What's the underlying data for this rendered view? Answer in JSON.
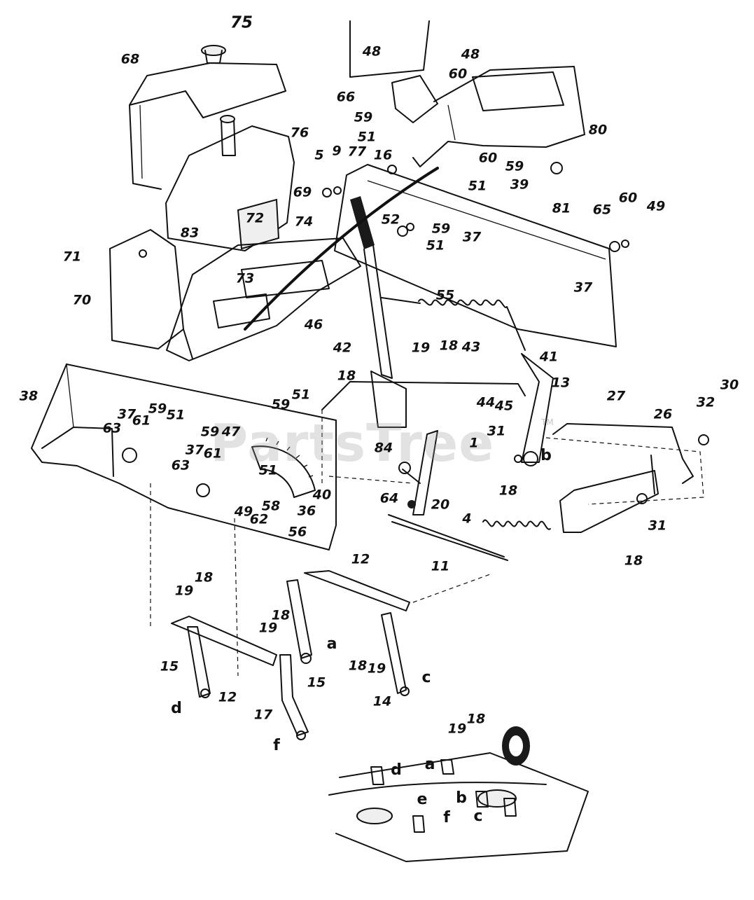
{
  "watermark": {
    "text": "PartsTree",
    "trademark": "TM"
  },
  "callouts": [
    {
      "id": "c75",
      "text": "75"
    },
    {
      "id": "c68",
      "text": "68"
    },
    {
      "id": "c76",
      "text": "76"
    },
    {
      "id": "c83",
      "text": "83"
    },
    {
      "id": "c72",
      "text": "72"
    },
    {
      "id": "c69",
      "text": "69"
    },
    {
      "id": "c74",
      "text": "74"
    },
    {
      "id": "c71",
      "text": "71"
    },
    {
      "id": "c70",
      "text": "70"
    },
    {
      "id": "c73",
      "text": "73"
    },
    {
      "id": "c46",
      "text": "46"
    },
    {
      "id": "c5",
      "text": "5"
    },
    {
      "id": "c9",
      "text": "9"
    },
    {
      "id": "c77",
      "text": "77"
    },
    {
      "id": "c16",
      "text": "16"
    },
    {
      "id": "c48a",
      "text": "48"
    },
    {
      "id": "c48b",
      "text": "48"
    },
    {
      "id": "c60a",
      "text": "60"
    },
    {
      "id": "c66",
      "text": "66"
    },
    {
      "id": "c59a",
      "text": "59"
    },
    {
      "id": "c51a",
      "text": "51"
    },
    {
      "id": "c60b",
      "text": "60"
    },
    {
      "id": "c59b",
      "text": "59"
    },
    {
      "id": "c51b",
      "text": "51"
    },
    {
      "id": "c39",
      "text": "39"
    },
    {
      "id": "c80",
      "text": "80"
    },
    {
      "id": "c81",
      "text": "81"
    },
    {
      "id": "c65",
      "text": "65"
    },
    {
      "id": "c60c",
      "text": "60"
    },
    {
      "id": "c49a",
      "text": "49"
    },
    {
      "id": "c52",
      "text": "52"
    },
    {
      "id": "c59c",
      "text": "59"
    },
    {
      "id": "c51c",
      "text": "51"
    },
    {
      "id": "c37a",
      "text": "37"
    },
    {
      "id": "c37b",
      "text": "37"
    },
    {
      "id": "c55",
      "text": "55"
    },
    {
      "id": "c42",
      "text": "42"
    },
    {
      "id": "c19a",
      "text": "19"
    },
    {
      "id": "c18a",
      "text": "18"
    },
    {
      "id": "c43",
      "text": "43"
    },
    {
      "id": "c41",
      "text": "41"
    },
    {
      "id": "c18b",
      "text": "18"
    },
    {
      "id": "c13",
      "text": "13"
    },
    {
      "id": "c27",
      "text": "27"
    },
    {
      "id": "c30",
      "text": "30"
    },
    {
      "id": "c32",
      "text": "32"
    },
    {
      "id": "c26",
      "text": "26"
    },
    {
      "id": "c38",
      "text": "38"
    },
    {
      "id": "c63a",
      "text": "63"
    },
    {
      "id": "c37c",
      "text": "37"
    },
    {
      "id": "c61a",
      "text": "61"
    },
    {
      "id": "c59d",
      "text": "59"
    },
    {
      "id": "c51d",
      "text": "51"
    },
    {
      "id": "c59e",
      "text": "59"
    },
    {
      "id": "c51e",
      "text": "51"
    },
    {
      "id": "c59f",
      "text": "59"
    },
    {
      "id": "c47",
      "text": "47"
    },
    {
      "id": "c37d",
      "text": "37"
    },
    {
      "id": "c61b",
      "text": "61"
    },
    {
      "id": "c51f",
      "text": "51"
    },
    {
      "id": "c63b",
      "text": "63"
    },
    {
      "id": "c49b",
      "text": "49"
    },
    {
      "id": "c58",
      "text": "58"
    },
    {
      "id": "c62",
      "text": "62"
    },
    {
      "id": "c36",
      "text": "36"
    },
    {
      "id": "c40",
      "text": "40"
    },
    {
      "id": "c56",
      "text": "56"
    },
    {
      "id": "c84",
      "text": "84"
    },
    {
      "id": "c44",
      "text": "44"
    },
    {
      "id": "c45",
      "text": "45"
    },
    {
      "id": "c31a",
      "text": "31"
    },
    {
      "id": "c1",
      "text": "1"
    },
    {
      "id": "c18c",
      "text": "18"
    },
    {
      "id": "cb1",
      "text": "b"
    },
    {
      "id": "c64",
      "text": "64"
    },
    {
      "id": "c20",
      "text": "20"
    },
    {
      "id": "c4",
      "text": "4"
    },
    {
      "id": "c18d",
      "text": "18"
    },
    {
      "id": "c31b",
      "text": "31"
    },
    {
      "id": "c11",
      "text": "11"
    },
    {
      "id": "c12a",
      "text": "12"
    },
    {
      "id": "c19b",
      "text": "19"
    },
    {
      "id": "c18e",
      "text": "18"
    },
    {
      "id": "c18f",
      "text": "18"
    },
    {
      "id": "c19c",
      "text": "19"
    },
    {
      "id": "ca1",
      "text": "a"
    },
    {
      "id": "c15a",
      "text": "15"
    },
    {
      "id": "c15b",
      "text": "15"
    },
    {
      "id": "c18g",
      "text": "18"
    },
    {
      "id": "c19d",
      "text": "19"
    },
    {
      "id": "cc1",
      "text": "c"
    },
    {
      "id": "c14",
      "text": "14"
    },
    {
      "id": "cd1",
      "text": "d"
    },
    {
      "id": "c12b",
      "text": "12"
    },
    {
      "id": "c17",
      "text": "17"
    },
    {
      "id": "cf1",
      "text": "f"
    },
    {
      "id": "c19e",
      "text": "19"
    },
    {
      "id": "c18h",
      "text": "18"
    },
    {
      "id": "cd2",
      "text": "d"
    },
    {
      "id": "ca2",
      "text": "a"
    },
    {
      "id": "ce1",
      "text": "e"
    },
    {
      "id": "cb2",
      "text": "b"
    },
    {
      "id": "cf2",
      "text": "f"
    },
    {
      "id": "cc2",
      "text": "c"
    }
  ]
}
